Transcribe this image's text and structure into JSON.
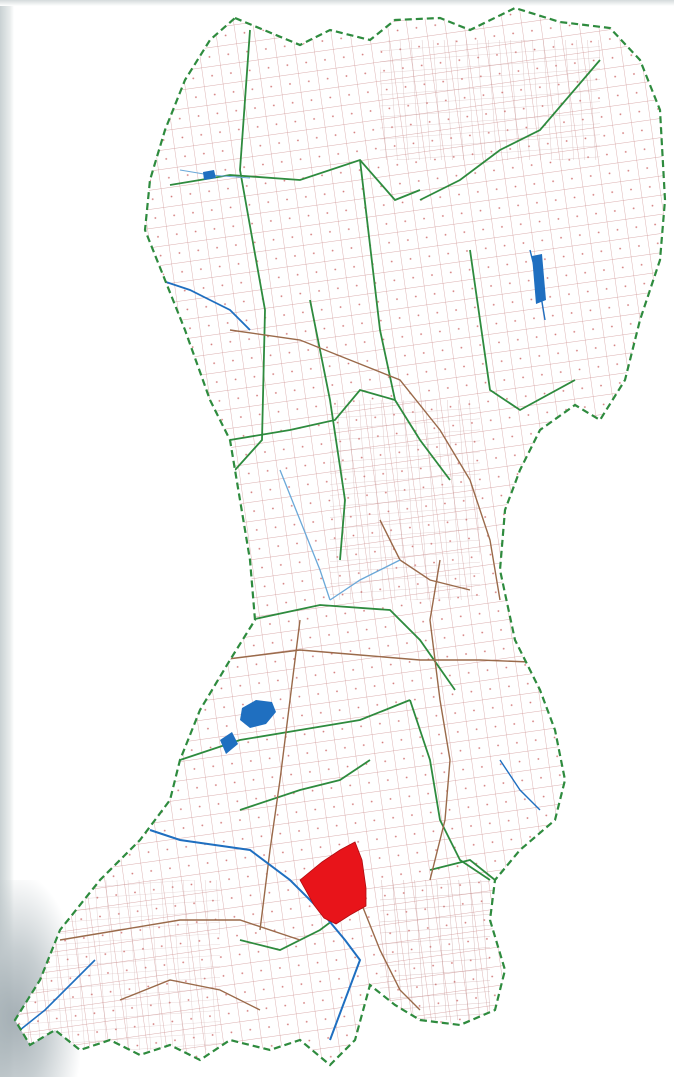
{
  "map": {
    "colors": {
      "boundary": "#2e8b3e",
      "block_grid": "#c98a8a",
      "road": "#9a6a4a",
      "water": "#1f6fc0",
      "stream": "#6aa8d8",
      "highlight": "#e8141a",
      "background": "#ffffff"
    },
    "layers": [
      "district-boundary",
      "forest-block-grid",
      "roads",
      "rivers",
      "lakes",
      "highlighted-parcel"
    ]
  }
}
